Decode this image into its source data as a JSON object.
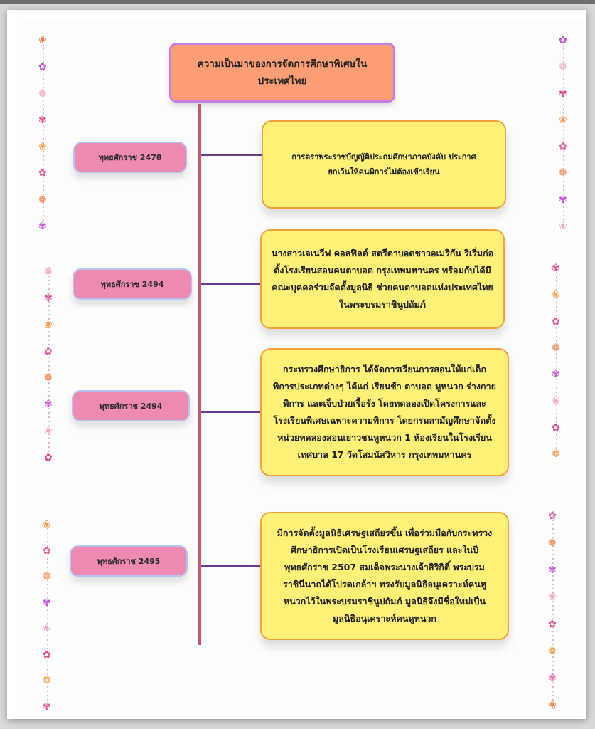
{
  "title": "ความเป็นมาของการจัดการศึกษาพิเศษในประเทศไทย",
  "timeline": [
    {
      "year": "พุทธศักราช 2478",
      "text": "การตราพระราชบัญญัติประถมศึกษาภาคบังคับ ประกาศยกเว้นให้คนพิการไม่ต้องเข้าเรียน"
    },
    {
      "year": "พุทธศักราช 2494",
      "text": "นางสาวเจเนวีฟ คอลฟิลด์ สตรีตาบอดชาวอเมริกัน ริเริ่มก่อตั้งโรงเรียนสอนคนตาบอด กรุงเทพมหานคร พร้อมกับได้มีคณะบุคคลร่วมจัดตั้งมูลนิธิ ช่วยคนตาบอดแห่งประเทศไทยในพระบรมราชินูปถัมภ์"
    },
    {
      "year": "พุทธศักราช 2494",
      "text": "กระทรวงศึกษาธิการ ได้จัดการเรียนการสอนให้แก่เด็กพิการประเภทต่างๆ ได้แก่ เรียนช้า ตาบอด หูหนวก ร่างกายพิการ และเจ็บป่วยเรื้อรัง โดยทดลองเปิดโครงการและโรงเรียนพิเศษเฉพาะความพิการ โดยกรมสามัญศึกษาจัดตั้งหน่วยทดลองสอนเยาวชนหูหนวก 1 ห้องเรียนในโรงเรียนเทศบาล 17 วัดโสมนัสวิหาร กรุงเทพมหานคร"
    },
    {
      "year": "พุทธศักราช 2495",
      "text": "มีการจัดตั้งมูลนิธิเศรษฐเสถียรขึ้น เพื่อร่วมมือกับกระทรวงศึกษาธิการเปิดเป็นโรงเรียนเศรษฐเสถียร และในปีพุทธศักราช 2507 สมเด็จพระนางเจ้าสิริกิติ์ พระบรมราชินีนาถได้โปรดเกล้าฯ ทรงรับมูลนิธิอนุเคราะห์คนหูหนวกไว้ในพระบรมราชินูปถัมภ์ มูลนิธิจึงมีชื่อใหม่เป็นมูลนิธิอนุเคราะห์คนหูหนวก"
    }
  ],
  "colors": {
    "title_fill": "#fb9e75",
    "title_border": "#c77ee6",
    "year_fill": "#ee89b2",
    "event_fill": "#fff178",
    "event_border": "#f0a33c",
    "timeline_line": "#c9576a"
  }
}
